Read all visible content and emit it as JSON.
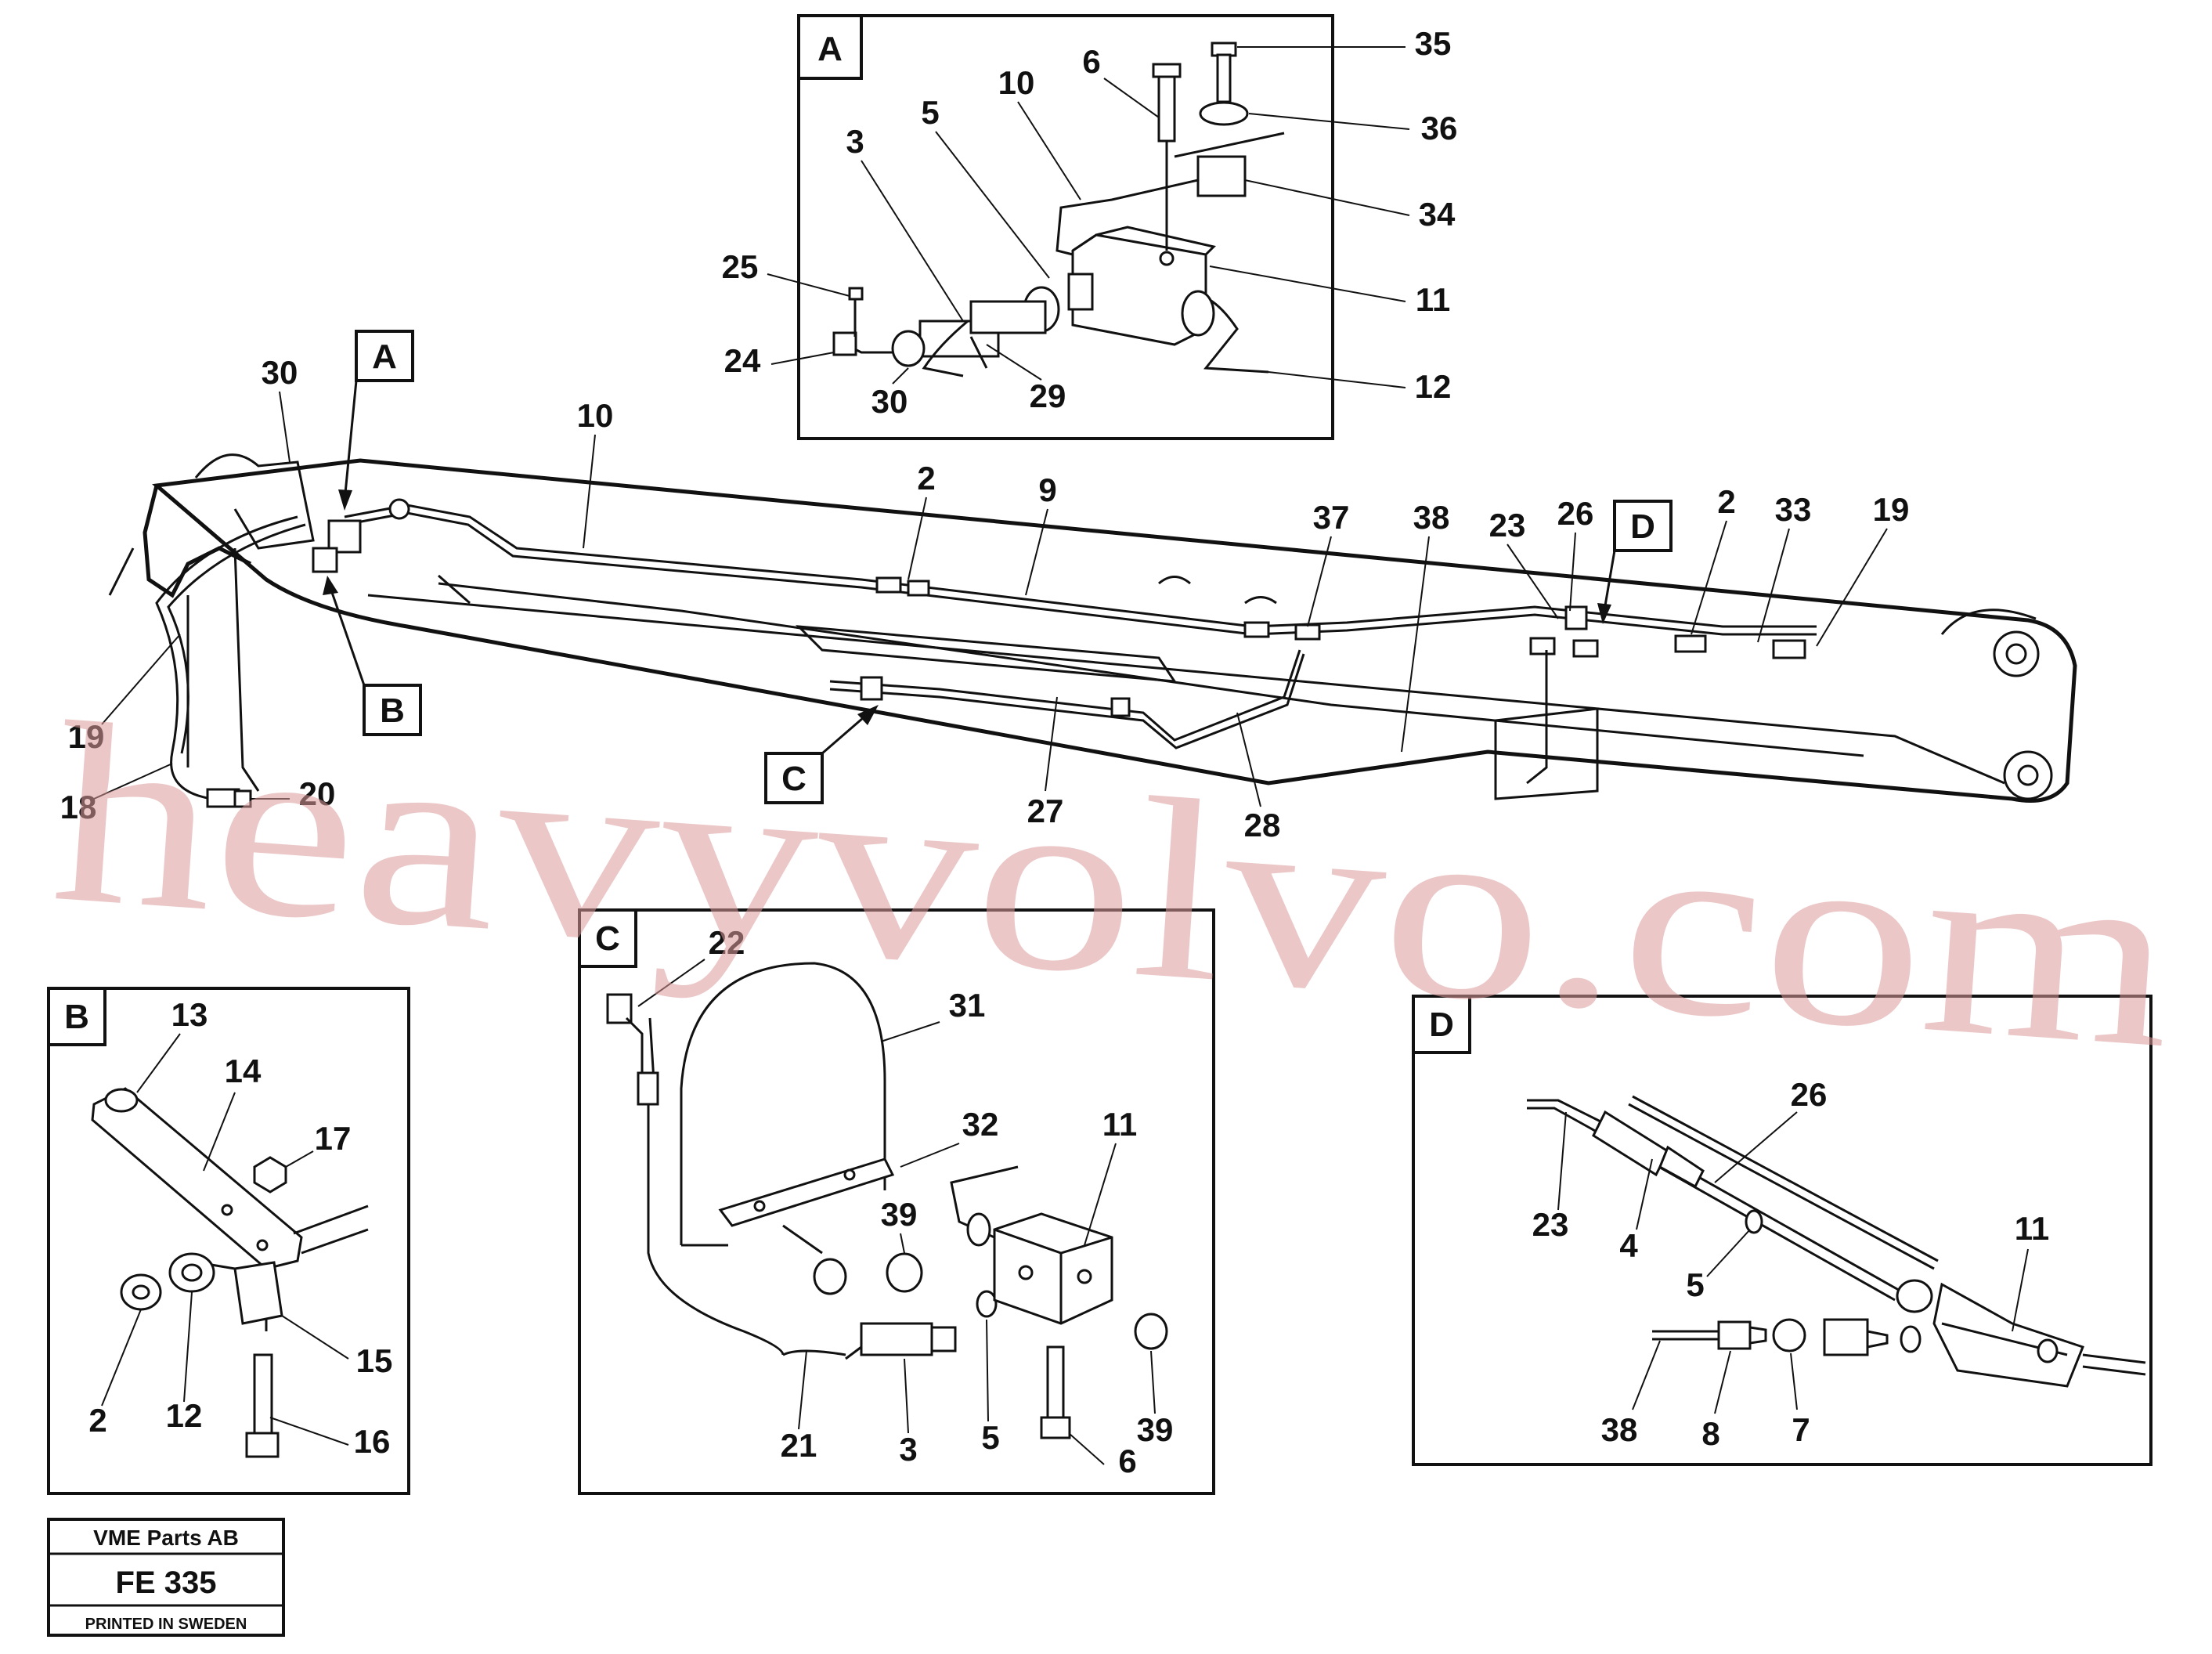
{
  "detail_boxes": {
    "A": {
      "letter": "A",
      "labels": [
        "6",
        "35",
        "10",
        "36",
        "3",
        "5",
        "34",
        "11",
        "25",
        "24",
        "30",
        "29",
        "12"
      ]
    },
    "B": {
      "letter": "B",
      "labels": [
        "13",
        "14",
        "17",
        "2",
        "12",
        "15",
        "16"
      ]
    },
    "C": {
      "letter": "C",
      "labels": [
        "22",
        "31",
        "32",
        "11",
        "39",
        "39",
        "21",
        "3",
        "5",
        "6"
      ]
    },
    "D": {
      "letter": "D",
      "labels": [
        "26",
        "23",
        "4",
        "11",
        "5",
        "38",
        "8",
        "7"
      ]
    }
  },
  "main_view": {
    "labels": [
      "30",
      "10",
      "2",
      "9",
      "37",
      "38",
      "23",
      "26",
      "2",
      "33",
      "19",
      "19",
      "18",
      "20",
      "27",
      "28"
    ],
    "pointer_letters": [
      "A",
      "B",
      "C",
      "D"
    ]
  },
  "title_block": {
    "company": "VME Parts AB",
    "figure": "FE 335",
    "printed": "PRINTED IN SWEDEN"
  },
  "watermark": "heavyvolvo.com",
  "colors": {
    "line": "#111111",
    "watermark": "#dc9a9a",
    "background": "#ffffff"
  }
}
